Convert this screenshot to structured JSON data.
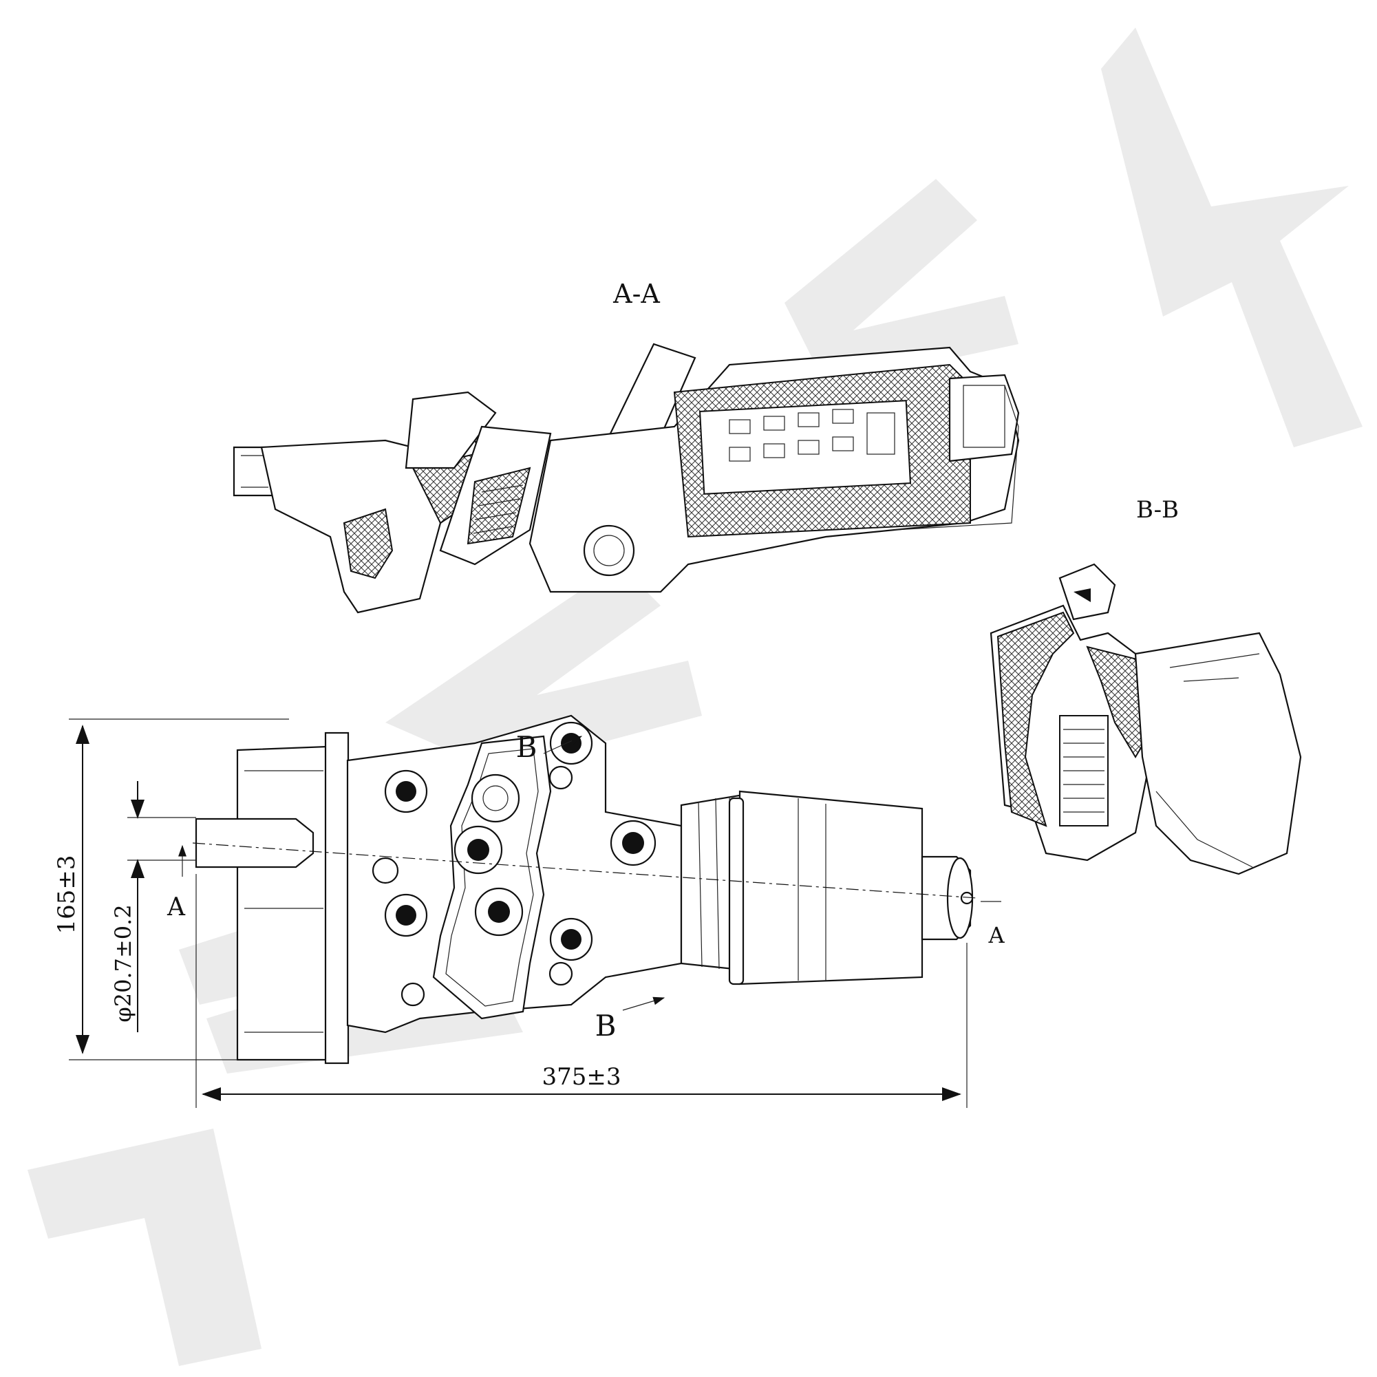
{
  "watermark": {
    "brand_mark": "ZENTEK"
  },
  "section_labels": {
    "section_aa": "A-A",
    "section_bb": "B-B",
    "cut_a_left": "A",
    "cut_a_right": "A",
    "cut_b_top": "B",
    "cut_b_bottom": "B"
  },
  "dimensions": {
    "height": "165±3",
    "diameter": "φ20.7±0.2",
    "length": "375±3"
  }
}
